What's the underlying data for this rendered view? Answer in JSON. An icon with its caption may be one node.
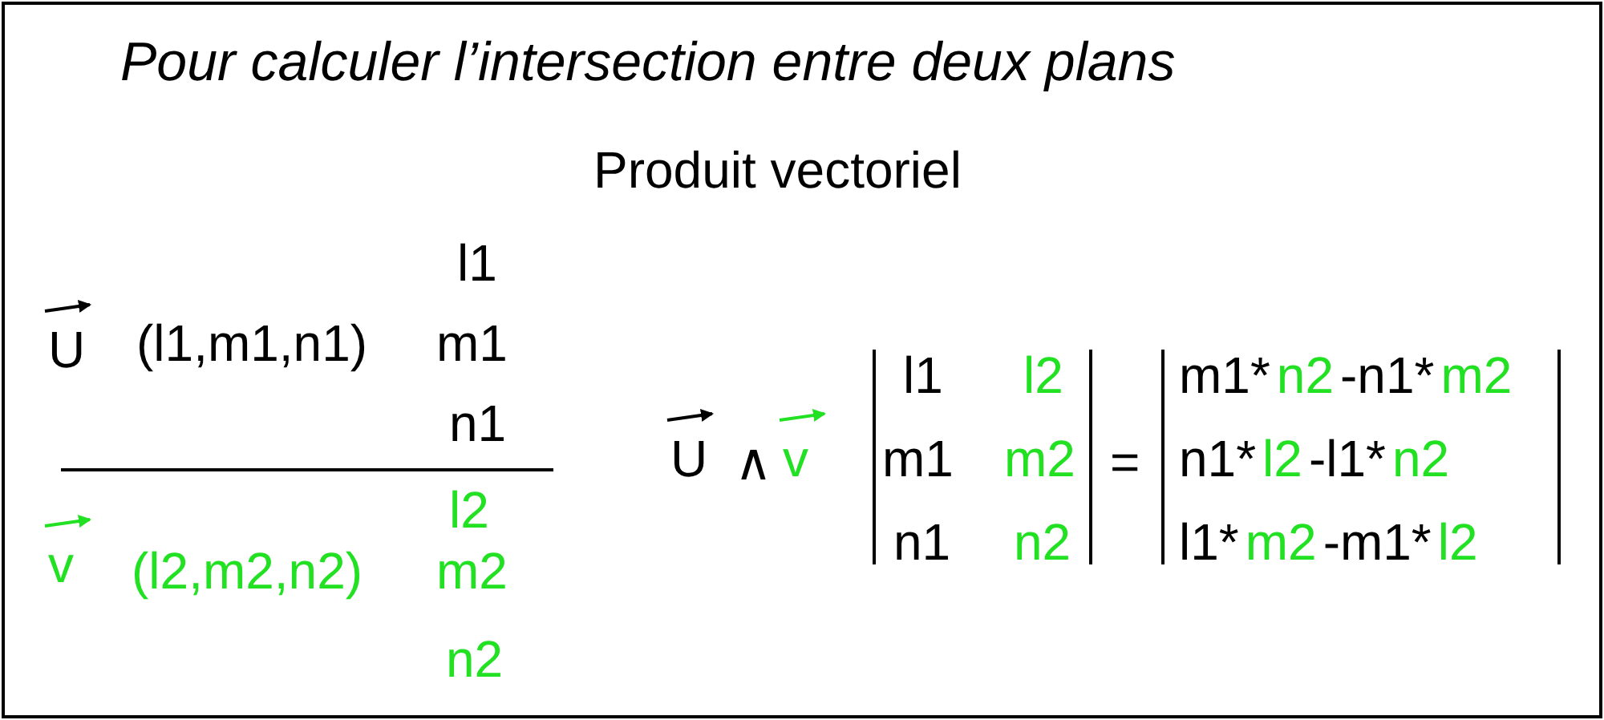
{
  "diagram": {
    "title": "Pour calculer l’intersection entre deux plans",
    "labels": [
      "Produit vectoriel",
      "U",
      "(l1,m1,n1)",
      "l1",
      "m1",
      "n1",
      "l2",
      "v",
      "(l2,m2,n2)",
      "m2",
      "n2",
      "U",
      "∧",
      "v",
      "l1",
      "l2",
      "m1",
      "m2",
      "n1",
      "n2",
      "=",
      "m1*",
      "n2",
      "-n1*",
      "m2",
      "n1*",
      "l2",
      "-l1*",
      "n2",
      "l1*",
      "m2",
      "-m1*",
      "l2"
    ]
  }
}
